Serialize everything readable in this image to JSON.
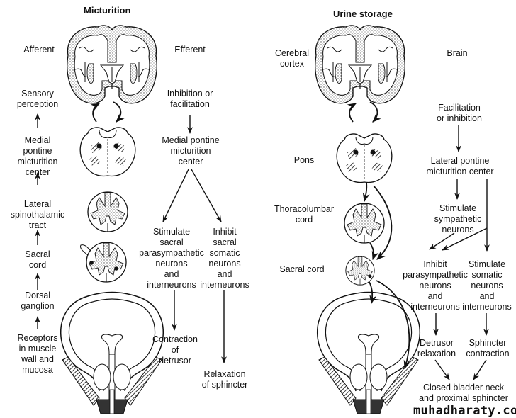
{
  "panels": {
    "micturition": {
      "title": "Micturition",
      "afferent_header": "Afferent",
      "efferent_header": "Efferent",
      "afferent_steps": [
        "Receptors\nin muscle\nwall and\nmucosa",
        "Dorsal\nganglion",
        "Sacral\ncord",
        "Lateral\nspinothalamic\ntract",
        "Medial\npontine\nmicturition\ncenter",
        "Sensory\nperception"
      ],
      "efferent_top": "Inhibition or\nfacilitation",
      "efferent_center": "Medial pontine\nmicturition\ncenter",
      "left_branch": "Stimulate\nsacral\nparasympathetic\nneurons\nand\ninterneurons",
      "right_branch": "Inhibit\nsacral\nsomatic\nneurons\nand\ninterneurons",
      "left_outcome": "Contraction\nof\ndetrusor",
      "right_outcome": "Relaxation\nof sphincter"
    },
    "urine_storage": {
      "title": "Urine storage",
      "anatomy_labels": {
        "cortex": "Cerebral\ncortex",
        "pons": "Pons",
        "thoracolumbar": "Thoracolumbar\ncord",
        "sacral": "Sacral cord"
      },
      "brain_header": "Brain",
      "top": "Facilitation\nor inhibition",
      "center": "Lateral pontine\nmicturition center",
      "sympathetic": "Stimulate\nsympathetic\nneurons",
      "left_branch": "Inhibit\nparasympathetic\nneurons\nand\ninterneurons",
      "right_branch": "Stimulate\nsomatic\nneurons\nand\ninterneurons",
      "left_outcome": "Detrusor\nrelaxation",
      "right_outcome": "Sphincter\ncontraction",
      "final": "Closed bladder neck\nand proximal sphincter"
    }
  },
  "watermark": "muhadharaty.com"
}
